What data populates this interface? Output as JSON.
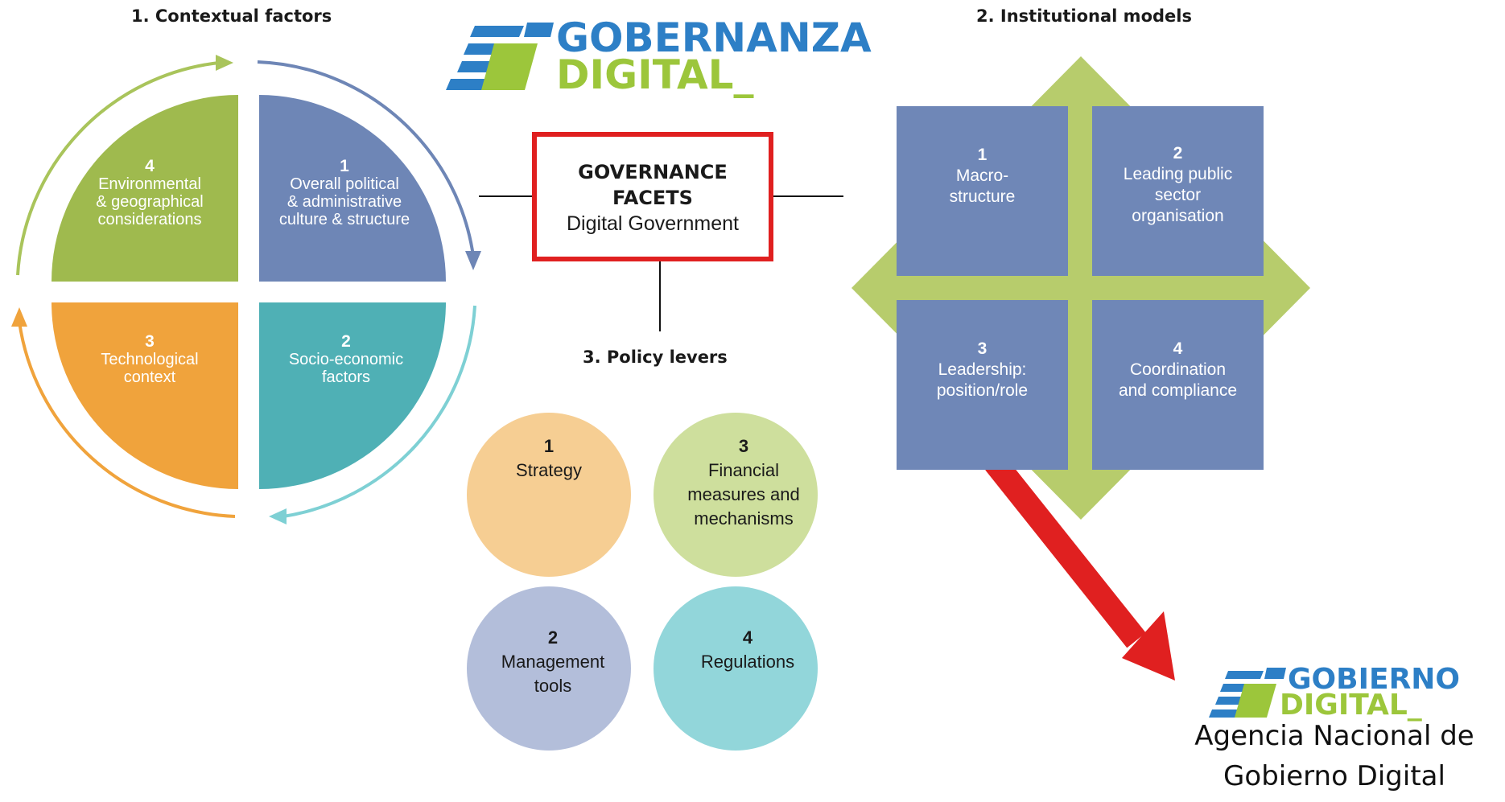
{
  "contextual": {
    "title": "1. Contextual factors",
    "quadrants": [
      {
        "number": "4",
        "lines": [
          "Environmental",
          "& geographical",
          "considerations"
        ],
        "color": "#9fba4e"
      },
      {
        "number": "1",
        "lines": [
          "Overall political",
          "& administrative",
          "culture & structure"
        ],
        "color": "#6e86b6"
      },
      {
        "number": "3",
        "lines": [
          "Technological",
          "context"
        ],
        "color": "#f0a33c"
      },
      {
        "number": "2",
        "lines": [
          "Socio-economic",
          "factors"
        ],
        "color": "#4fb0b5"
      }
    ]
  },
  "logo_top": {
    "line1": "GOBERNANZA",
    "line2": "DIGITAL_"
  },
  "facets": {
    "line1": "GOVERNANCE",
    "line2": "FACETS",
    "line3": "Digital Government"
  },
  "institutional": {
    "title": "2. Institutional models",
    "boxes": [
      {
        "number": "1",
        "lines": [
          "Macro-",
          "structure"
        ]
      },
      {
        "number": "2",
        "lines": [
          "Leading public",
          "sector",
          "organisation"
        ]
      },
      {
        "number": "3",
        "lines": [
          "Leadership:",
          "position/role"
        ]
      },
      {
        "number": "4",
        "lines": [
          "Coordination",
          "and compliance"
        ]
      }
    ]
  },
  "policy": {
    "title": "3. Policy levers",
    "circles": [
      {
        "number": "1",
        "lines": [
          "Strategy"
        ],
        "color": "#f4c580"
      },
      {
        "number": "3",
        "lines": [
          "Financial",
          "measures and",
          "mechanisms"
        ],
        "color": "#c5d98c"
      },
      {
        "number": "2",
        "lines": [
          "Management",
          "tools"
        ],
        "color": "#a6b3d3"
      },
      {
        "number": "4",
        "lines": [
          "Regulations"
        ],
        "color": "#7fcfd3"
      }
    ]
  },
  "logo_bottom": {
    "line1": "GOBIERNO",
    "line2": "DIGITAL_"
  },
  "agency": {
    "line1": "Agencia Nacional de",
    "line2": "Gobierno Digital"
  },
  "colors": {
    "blue": "#2d7fc6",
    "green": "#9cc63b",
    "red": "#e02020",
    "box_blue": "#6f87b7",
    "diamond_green": "#b7cc6c"
  }
}
